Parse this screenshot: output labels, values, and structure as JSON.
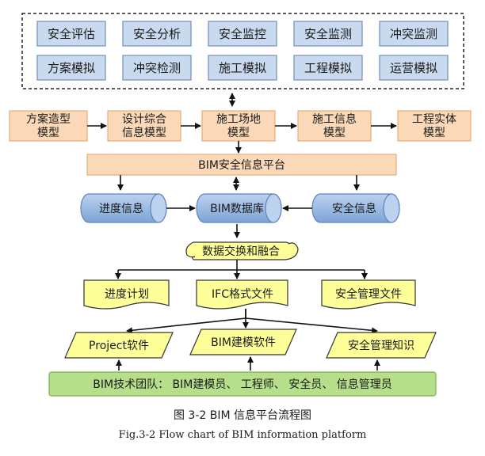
{
  "top_group": {
    "row1": [
      "安全评估",
      "安全分析",
      "安全监控",
      "安全监测",
      "冲突监测"
    ],
    "row2": [
      "方案模拟",
      "冲突检测",
      "施工模拟",
      "工程模拟",
      "运营模拟"
    ]
  },
  "model_row": [
    {
      "line1": "方案造型",
      "line2": "模型"
    },
    {
      "line1": "设计综合",
      "line2": "信息模型"
    },
    {
      "line1": "施工场地",
      "line2": "模型"
    },
    {
      "line1": "施工信息",
      "line2": "模型"
    },
    {
      "line1": "工程实体",
      "line2": "模型"
    }
  ],
  "platform": "BIM安全信息平台",
  "databases": {
    "progress": "进度信息",
    "bim_db": "BIM数据库",
    "safety": "安全信息"
  },
  "exchange": "数据交换和融合",
  "documents": {
    "plan": "进度计划",
    "ifc": "IFC格式文件",
    "safety_doc": "安全管理文件"
  },
  "software": {
    "project": "Project软件",
    "bim_model": "BIM建模软件",
    "safety_knowledge": "安全管理知识"
  },
  "team": "BIM技术团队： BIM建模员、 工程师、 安全员、 信息管理员",
  "caption": {
    "zh": "图  3-2 BIM 信息平台流程图",
    "en": "Fig.3-2 Flow chart of BIM information platform"
  },
  "colors": {
    "blue_fill": "#c9d9ee",
    "blue_stroke": "#6e8fbf",
    "orange_fill": "#fbd9b8",
    "orange_stroke": "#e7ad78",
    "cylinder_fill": "#9cbbe3",
    "yellow_fill": "#ffff99",
    "green_fill": "#b6df8c",
    "green_stroke": "#7fae54"
  }
}
